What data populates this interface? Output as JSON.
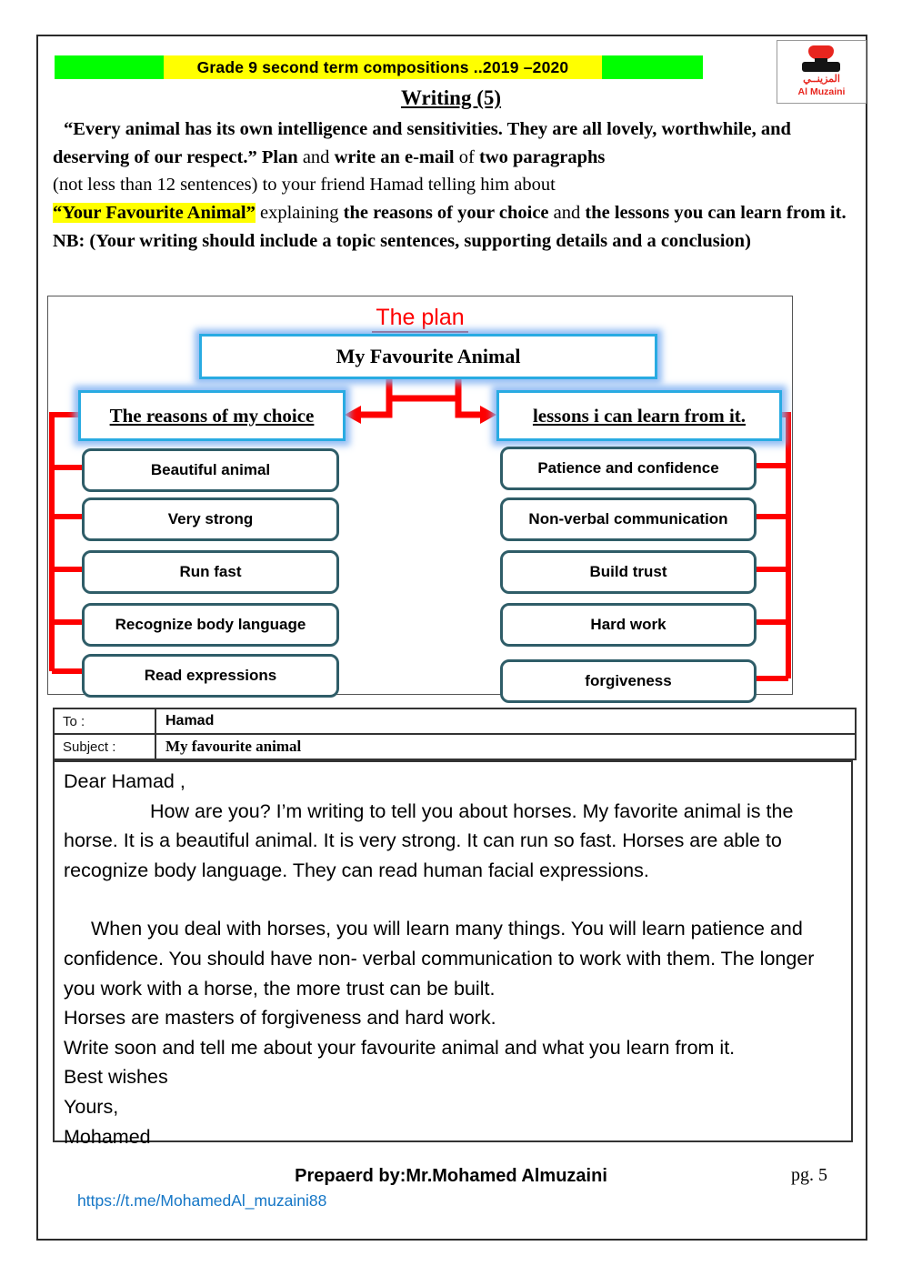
{
  "header": {
    "banner": "Grade 9  second  term compositions ..2019 –2020",
    "logo": {
      "arabic": "المزينــي",
      "latin": "Al Muzaini"
    },
    "title": "Writing (5)"
  },
  "prompt": {
    "s1": "“Every animal has its own intelligence and sensitivities. They are all lovely, worthwhile, and deserving of our respect.” Plan",
    "s2": " and ",
    "s3": "write an e-mail",
    "s4": " of ",
    "s5": "two paragraphs",
    "s6": "(not less than 12 sentences) to your friend Hamad telling him about",
    "s7": "“Your Favourite Animal”",
    "s8": " explaining ",
    "s9": "the reasons of your choice",
    "s10": " and ",
    "s11": "the lessons you can learn from it.",
    "nb": "NB: (Your writing should include a topic sentences, supporting details and a conclusion)"
  },
  "plan": {
    "title": "The plan",
    "root": "My Favourite Animal",
    "left_header": "The reasons of my choice",
    "right_header": "lessons i can learn from it.",
    "left_items": [
      "Beautiful animal",
      "Very strong",
      "Run fast",
      "Recognize body language",
      "Read expressions"
    ],
    "right_items": [
      "Patience and confidence",
      "Non-verbal communication",
      "Build trust",
      "Hard work",
      "forgiveness"
    ]
  },
  "email": {
    "to_label": "To :",
    "to_value": "Hamad",
    "subject_label": "Subject :",
    "subject_value": "My favourite animal",
    "body": {
      "salutation": "Dear Hamad ,",
      "paragraph1": "How are you? I’m writing to tell you about horses. My favorite animal is the horse. It is a beautiful animal. It is very strong. It can run so fast. Horses are able to recognize body language. They can read human facial expressions.",
      "paragraph2": "When you deal with horses, you will learn many things. You will learn patience and confidence. You should have non- verbal communication to work with them. The longer you work with a horse, the more trust can be built.",
      "line3": "Horses are masters of forgiveness and hard work.",
      "line4": "Write soon and tell me about your favourite animal and what you learn from it.",
      "closing1": "Best wishes",
      "closing2": "Yours,",
      "closing3": "Mohamed"
    }
  },
  "footer": {
    "prepared_by": "Prepaerd by:Mr.Mohamed Almuzaini",
    "page": "pg. 5",
    "link": "https://t.me/MohamedAl_muzaini88"
  },
  "colors": {
    "banner_green": "#00ff00",
    "banner_yellow": "#ffff00",
    "highlight_yellow": "#ffff00",
    "connector_red": "#fe0000",
    "cyan_border": "#29abe2",
    "node_border": "#2f5d68",
    "link_blue": "#1476c6",
    "logo_red": "#e8251e"
  }
}
